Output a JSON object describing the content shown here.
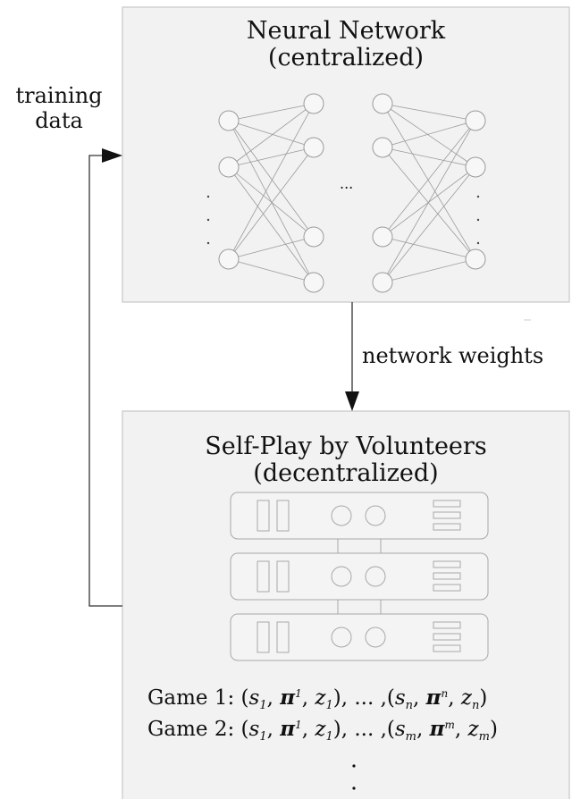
{
  "top_box": {
    "title_line1": "Neural Network",
    "title_line2": "(centralized)",
    "ellipsis": "..."
  },
  "left_label": {
    "line1": "training",
    "line2": "data"
  },
  "middle_label": "network weights",
  "bottom_box": {
    "title_line1": "Self-Play by Volunteers",
    "title_line2": "(decentralized)",
    "games": [
      {
        "prefix": "Game 1:",
        "last_idx": "n"
      },
      {
        "prefix": "Game 2:",
        "last_idx": "m"
      }
    ],
    "symbols": {
      "s": "s",
      "pi": "π",
      "z": "z",
      "first_idx": "1",
      "sep": "), ... ,("
    }
  },
  "colors": {
    "box_fill": "#f2f2f2",
    "box_stroke": "#c8c8c8",
    "line": "#333333",
    "node_stroke": "#9a9a9a"
  }
}
